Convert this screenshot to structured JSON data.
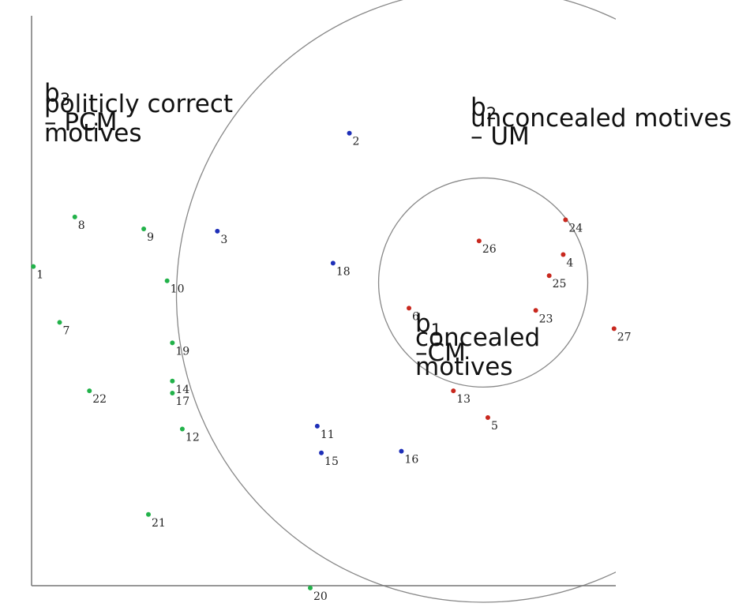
{
  "chart_data": {
    "type": "scatter",
    "title": "",
    "xlabel": "",
    "ylabel": "",
    "xlim": [
      0,
      100
    ],
    "ylim": [
      0,
      100
    ],
    "grid": false,
    "colors": {
      "PCM": "#22b24a",
      "UM": "#1e2fb8",
      "CM": "#c8281e",
      "axis": "#777777",
      "boundary": "#888888"
    },
    "regions": [
      {
        "id": "b3",
        "base": "b",
        "sub": "3",
        "abbr": "– PCM",
        "description": "politicly correct\nmotives",
        "color_key": "PCM"
      },
      {
        "id": "b2",
        "base": "b",
        "sub": "2",
        "abbr": "– UM",
        "description": "unconcealed motives",
        "color_key": "UM"
      },
      {
        "id": "b1",
        "base": "b",
        "sub": "1",
        "abbr": "–CM",
        "description": "concealed\nmotives",
        "color_key": "CM"
      }
    ],
    "boundaries": [
      {
        "name": "b1 boundary",
        "center": [
          77.3,
          53.2
        ],
        "radius": 17.9
      },
      {
        "name": "b2 boundary",
        "center": [
          77.3,
          50.9
        ],
        "radius": 52.5
      }
    ],
    "series": [
      {
        "name": "PCM",
        "color_key": "PCM",
        "points": [
          {
            "label": "1",
            "x": 0.3,
            "y": 56.0
          },
          {
            "label": "7",
            "x": 4.8,
            "y": 46.2
          },
          {
            "label": "8",
            "x": 7.4,
            "y": 64.7
          },
          {
            "label": "9",
            "x": 19.2,
            "y": 62.6
          },
          {
            "label": "10",
            "x": 23.2,
            "y": 53.5
          },
          {
            "label": "12",
            "x": 25.8,
            "y": 27.5
          },
          {
            "label": "14",
            "x": 24.1,
            "y": 35.9
          },
          {
            "label": "17",
            "x": 24.1,
            "y": 33.8
          },
          {
            "label": "19",
            "x": 24.1,
            "y": 42.6
          },
          {
            "label": "21",
            "x": 20.0,
            "y": 12.5
          },
          {
            "label": "22",
            "x": 9.9,
            "y": 34.2
          },
          {
            "label": "20",
            "x": 47.7,
            "y": -0.4
          }
        ]
      },
      {
        "name": "UM",
        "color_key": "UM",
        "points": [
          {
            "label": "2",
            "x": 54.4,
            "y": 79.4
          },
          {
            "label": "3",
            "x": 31.8,
            "y": 62.2
          },
          {
            "label": "11",
            "x": 48.9,
            "y": 28.0
          },
          {
            "label": "15",
            "x": 49.6,
            "y": 23.3
          },
          {
            "label": "16",
            "x": 63.3,
            "y": 23.6
          },
          {
            "label": "18",
            "x": 51.6,
            "y": 56.6
          }
        ]
      },
      {
        "name": "CM",
        "color_key": "CM",
        "points": [
          {
            "label": "4",
            "x": 91.0,
            "y": 58.1
          },
          {
            "label": "5",
            "x": 78.1,
            "y": 29.5
          },
          {
            "label": "6",
            "x": 64.6,
            "y": 48.7
          },
          {
            "label": "13",
            "x": 72.2,
            "y": 34.2
          },
          {
            "label": "23",
            "x": 86.3,
            "y": 48.3
          },
          {
            "label": "24",
            "x": 91.4,
            "y": 64.2
          },
          {
            "label": "25",
            "x": 88.6,
            "y": 54.4
          },
          {
            "label": "26",
            "x": 76.6,
            "y": 60.5
          },
          {
            "label": "27",
            "x": 99.7,
            "y": 45.1
          }
        ]
      }
    ]
  }
}
